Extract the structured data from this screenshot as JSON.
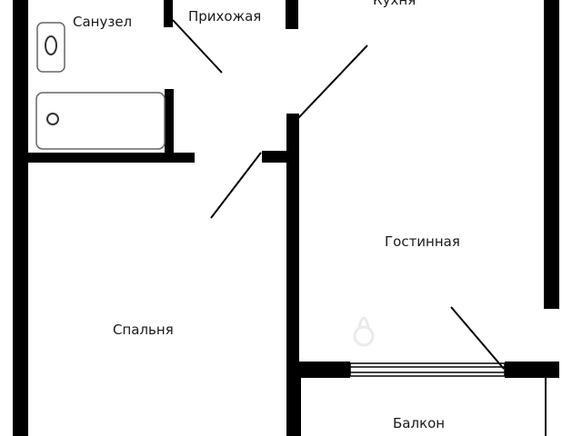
{
  "rooms": {
    "bathroom": "Санузел",
    "hallway": "Прихожая",
    "kitchen": "Кухня",
    "living_room": "Гостинная",
    "bedroom": "Спальня",
    "balcony": "Балкон"
  },
  "colors": {
    "wall": "#000000",
    "fixture_outline": "#666666",
    "label": "#1a1a1a",
    "background": "#ffffff"
  },
  "icons": {
    "toilet": "toilet-icon",
    "bathtub": "bathtub-icon"
  }
}
